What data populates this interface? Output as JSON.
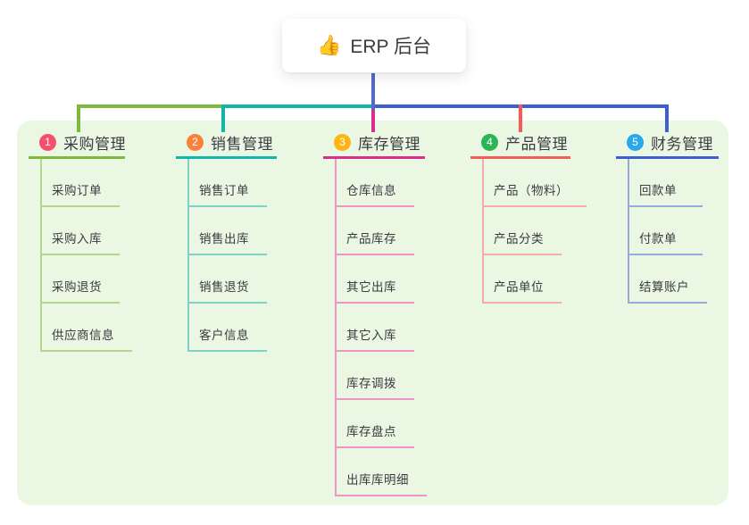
{
  "root": {
    "icon": "👍",
    "label": "ERP 后台"
  },
  "colors": {
    "page_bg": "#ffffff",
    "panel_bg": "#eaf7e3",
    "card_bg": "#ffffff",
    "text_dark": "#3b3b40",
    "root_line": "#5569c6"
  },
  "branches": [
    {
      "num": "1",
      "label": "采购管理",
      "badge_color": "#f4506c",
      "line_color": "#7cb93e",
      "light_color": "#b3d88c",
      "children": [
        "采购订单",
        "采购入库",
        "采购退货",
        "供应商信息"
      ]
    },
    {
      "num": "2",
      "label": "销售管理",
      "badge_color": "#f8823c",
      "line_color": "#12b5aa",
      "light_color": "#7fd2ca",
      "children": [
        "销售订单",
        "销售出库",
        "销售退货",
        "客户信息"
      ]
    },
    {
      "num": "3",
      "label": "库存管理",
      "badge_color": "#fcb514",
      "line_color": "#db2e8c",
      "light_color": "#f094c6",
      "children": [
        "仓库信息",
        "产品库存",
        "其它出库",
        "其它入库",
        "库存调拨",
        "库存盘点",
        "出库库明细"
      ]
    },
    {
      "num": "4",
      "label": "产品管理",
      "badge_color": "#2db456",
      "line_color": "#f45b5b",
      "light_color": "#f9abab",
      "children": [
        "产品（物料）",
        "产品分类",
        "产品单位"
      ]
    },
    {
      "num": "5",
      "label": "财务管理",
      "badge_color": "#29a9e9",
      "line_color": "#3e5ed1",
      "light_color": "#98a9de",
      "children": [
        "回款单",
        "付款单",
        "结算账户"
      ]
    }
  ]
}
